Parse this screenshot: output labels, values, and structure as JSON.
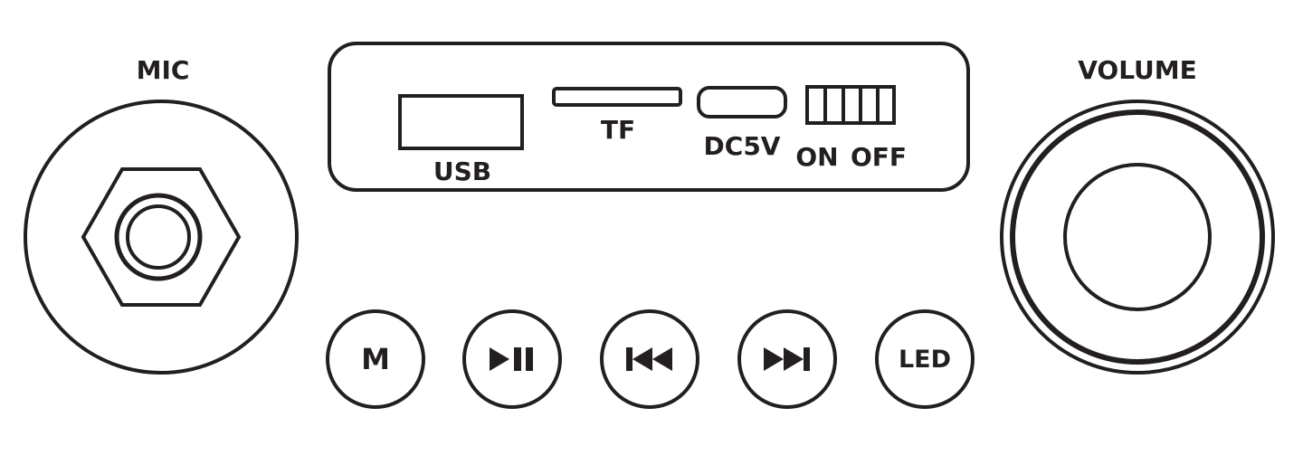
{
  "ink_color": "#231f20",
  "background_color": "#ffffff",
  "mic": {
    "label": "MIC",
    "jack_icon": "hex-nut-jack-icon"
  },
  "volume": {
    "label": "VOLUME",
    "knob_icon": "rotary-knob-icon"
  },
  "ports": {
    "usb_label": "USB",
    "tf_label": "TF",
    "dc_label": "DC5V",
    "on_label": "ON",
    "off_label": "OFF"
  },
  "buttons": [
    {
      "name": "mode-button",
      "label": "M",
      "icon": null
    },
    {
      "name": "play-pause-button",
      "label": "",
      "icon": "play-pause-icon"
    },
    {
      "name": "previous-button",
      "label": "",
      "icon": "previous-track-icon"
    },
    {
      "name": "next-button",
      "label": "",
      "icon": "next-track-icon"
    },
    {
      "name": "led-button",
      "label": "LED",
      "icon": null
    }
  ]
}
